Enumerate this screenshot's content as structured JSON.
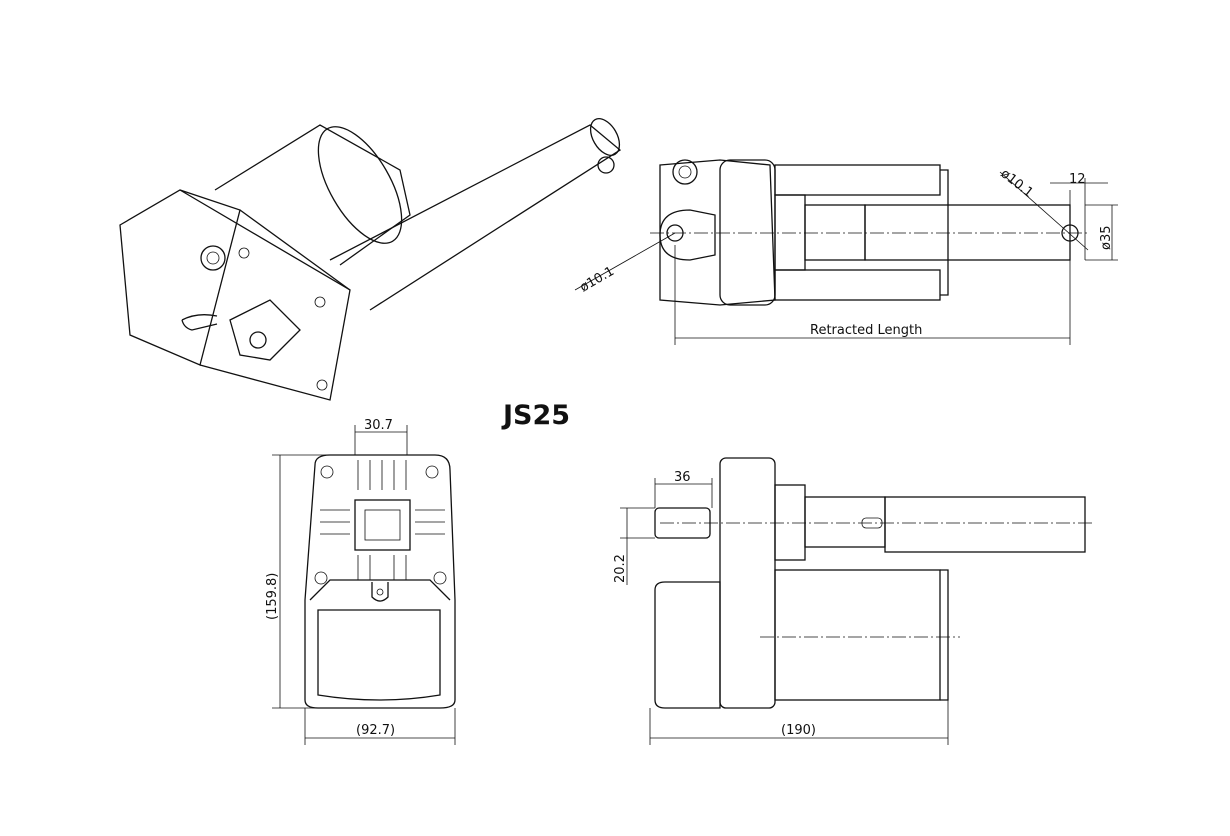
{
  "title": "JS25",
  "views": {
    "isometric": {},
    "top": {
      "hole_left": "ø10.1",
      "hole_right": "ø10.1",
      "offset": "12",
      "rod_diameter": "ø35",
      "length": "Retracted Length"
    },
    "front": {
      "width_top": "30.7",
      "height": "(159.8)",
      "width": "(92.7)"
    },
    "side": {
      "clevis": "36",
      "clevis_height": "20.2",
      "length": "(190)"
    }
  }
}
